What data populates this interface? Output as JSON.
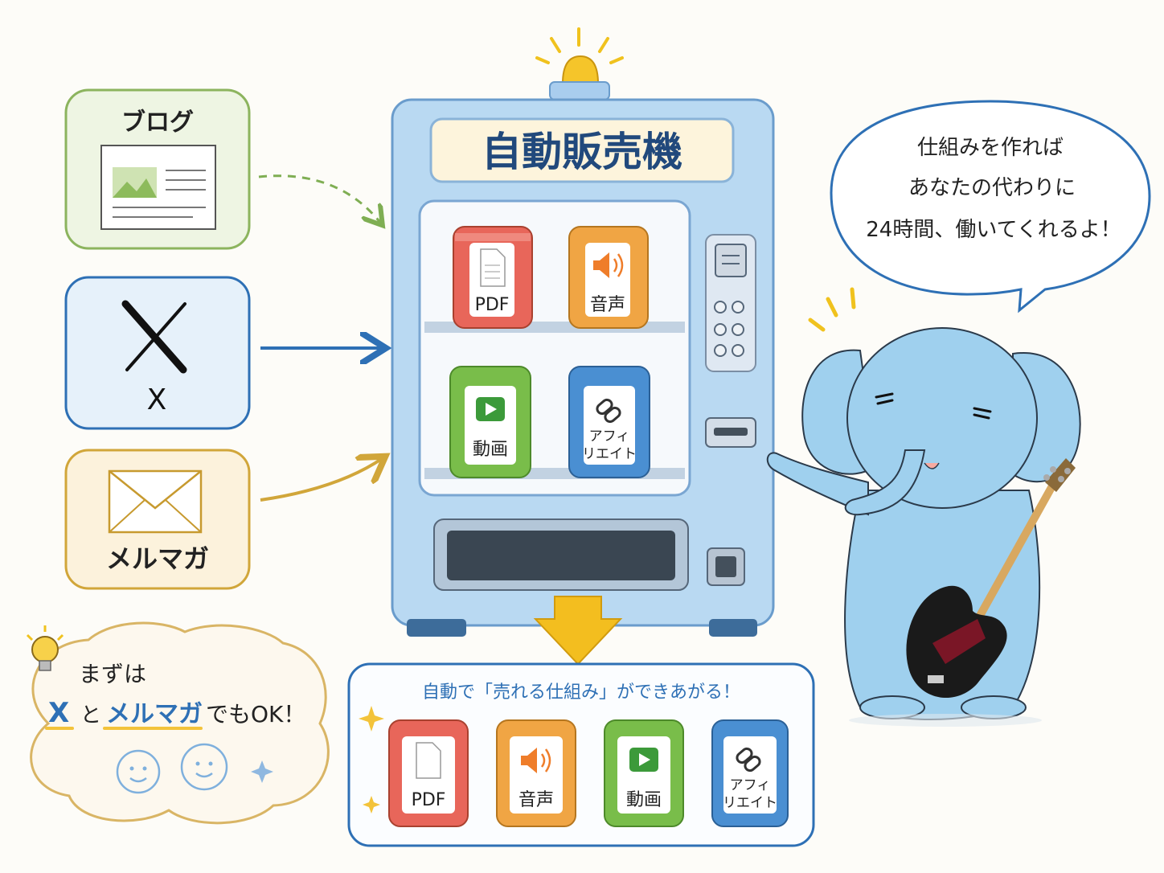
{
  "sources": [
    {
      "label": "ブログ",
      "icon": "blog-article-icon"
    },
    {
      "label": "X",
      "icon": "x-logo-icon"
    },
    {
      "label": "メルマガ",
      "icon": "envelope-icon"
    }
  ],
  "machine": {
    "title": "自動販売機",
    "cans_top": [
      "PDF",
      "音声"
    ],
    "cans_bottom": [
      "動画"
    ],
    "affiliate_line1": "アフィ",
    "affiliate_line2": "リエイト"
  },
  "speech": {
    "line1": "仕組みを作れば",
    "line2": "あなたの代わりに",
    "line3": "24時間、働いてくれるよ！"
  },
  "tip": {
    "line1": "まずは",
    "x_word": "X",
    "and_word": "と",
    "mail_word": "メルマガ",
    "tail": "でもOK！"
  },
  "result": {
    "caption": "自動で「売れる仕組み」ができあがる！",
    "cans": [
      "PDF",
      "音声",
      "動画"
    ]
  },
  "colors": {
    "machine": "#b9d9f2",
    "machine_edge": "#6a9ccc",
    "blue": "#2e70b5",
    "green": "#7fae53",
    "gold": "#d1a63a",
    "can_red": "#e8665a",
    "can_orange": "#f0a544",
    "can_green": "#79bd4a",
    "can_blue": "#4a8fd2",
    "elephant": "#9fd0ee"
  }
}
